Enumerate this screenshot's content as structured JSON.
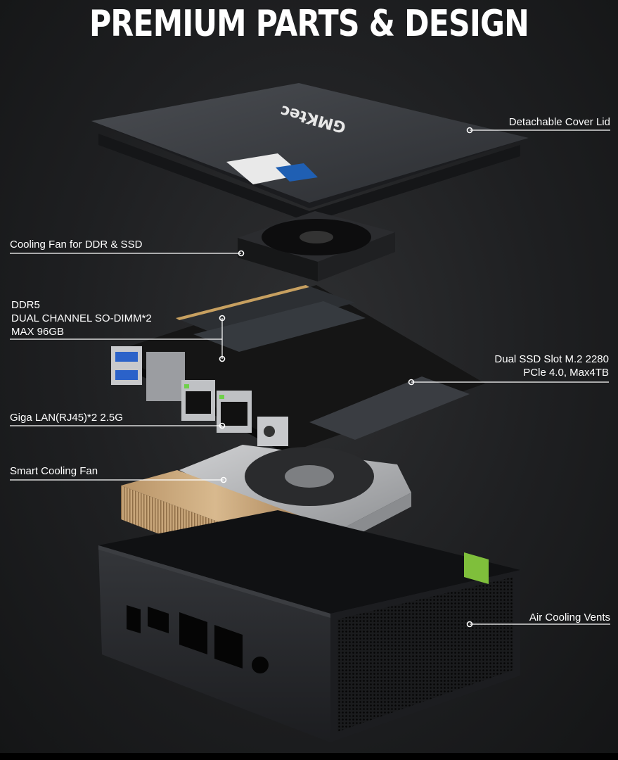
{
  "title": "PREMIUM PARTS & DESIGN",
  "brand_logo": "GMKtec",
  "labels": {
    "cover_lid": "Detachable Cover Lid",
    "cooling_fan_ddr": "Cooling Fan for DDR & SSD",
    "ddr5_line1": "DDR5",
    "ddr5_line2": "DUAL CHANNEL SO-DIMM*2",
    "ddr5_line3": "MAX 96GB",
    "ssd_line1": "Dual SSD Slot M.2 2280",
    "ssd_line2": "PCle 4.0, Max4TB",
    "lan": "Giga LAN(RJ45)*2 2.5G",
    "smart_fan": "Smart Cooling Fan",
    "vents": "Air Cooling Vents"
  },
  "colors": {
    "background": "#1e1f21",
    "text": "#ffffff",
    "heatsink": "#c9a77b",
    "pcb": "#1a1a1a",
    "case": "#2a2b2e"
  }
}
